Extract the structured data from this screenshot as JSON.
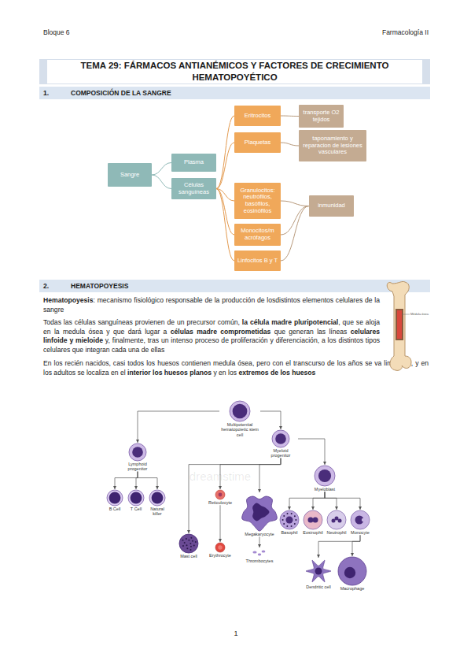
{
  "diagram": {
    "title": "TEMA 29: FÁRMACOS ANTIANÉMICOS Y FACTORES DE CRECIMIENTO HEMATOPOYÉTICO",
    "nodes": [
      {
        "text": [
          "1.",
          "COMPOSICIÓN DE LA SANGRE"
        ]
      },
      {
        "text": [
          "Sangre"
        ]
      },
      {
        "text": [
          "Plasma"
        ]
      },
      {
        "text": [
          "Células sanguíneas"
        ]
      },
      {
        "text": [
          "Eritrocitos"
        ]
      },
      {
        "text": [
          "transporte O2 tejidos"
        ]
      },
      {
        "text": [
          "Plaquetas"
        ]
      },
      {
        "text": [
          "taponamiento y reparacion de lesiones vasculares"
        ]
      },
      {
        "text": [
          "Granulocitos: neutrófilos, basófilos, eosinófilos"
        ]
      },
      {
        "text": [
          "inmunidad"
        ]
      },
      {
        "text": [
          "Monocitos/m acrófagos"
        ]
      },
      {
        "text": [
          "Linfocitos B y T"
        ]
      },
      {
        "text": [
          "2.",
          "HEMATOPOYESIS"
        ]
      },
      {
        "text": [
          "Multipotential hematopoietic stem cell"
        ]
      },
      {
        "text": [
          "Lymphoid progenitor"
        ]
      },
      {
        "text": [
          "Myeloid progenitor"
        ]
      },
      {
        "text": [
          "B Cell"
        ]
      },
      {
        "text": [
          "T Cell"
        ]
      },
      {
        "text": [
          "Natural killer"
        ]
      },
      {
        "text": [
          "Myeloblast"
        ]
      },
      {
        "text": [
          "Mast cell"
        ]
      },
      {
        "text": [
          "Reticulocyte"
        ]
      },
      {
        "text": [
          "Megakaryocyte"
        ]
      },
      {
        "text": [
          "Erythrocyte"
        ]
      },
      {
        "text": [
          "Thrombocytes"
        ]
      },
      {
        "text": [
          "Basophil"
        ]
      },
      {
        "text": [
          "Eosinophil"
        ]
      },
      {
        "text": [
          "Neutrophil"
        ]
      },
      {
        "text": [
          "Monocyte"
        ]
      },
      {
        "text": [
          "Dendritic cell"
        ]
      },
      {
        "text": [
          "Macrophage"
        ]
      }
    ],
    "edges": [
      {
        "from": 1,
        "to": 2,
        "arrow": "none"
      },
      {
        "from": 1,
        "to": 3,
        "arrow": "none"
      },
      {
        "from": 3,
        "to": 4,
        "arrow": "none"
      },
      {
        "from": 3,
        "to": 6,
        "arrow": "none"
      },
      {
        "from": 3,
        "to": 8,
        "arrow": "none"
      },
      {
        "from": 3,
        "to": 10,
        "arrow": "none"
      },
      {
        "from": 3,
        "to": 11,
        "arrow": "none"
      },
      {
        "from": 4,
        "to": 5,
        "arrow": "none"
      },
      {
        "from": 6,
        "to": 7,
        "arrow": "none"
      },
      {
        "from": 8,
        "to": 9,
        "arrow": "none"
      },
      {
        "from": 10,
        "to": 9,
        "arrow": "none"
      },
      {
        "from": 11,
        "to": 9,
        "arrow": "none"
      },
      {
        "from": 13,
        "to": 14,
        "arrow": "to"
      },
      {
        "from": 13,
        "to": 15,
        "arrow": "to"
      },
      {
        "from": 14,
        "to": 16,
        "arrow": "to"
      },
      {
        "from": 14,
        "to": 17,
        "arrow": "to"
      },
      {
        "from": 14,
        "to": 18,
        "arrow": "to"
      },
      {
        "from": 15,
        "to": 20,
        "arrow": "to"
      },
      {
        "from": 15,
        "to": 21,
        "arrow": "to"
      },
      {
        "from": 15,
        "to": 22,
        "arrow": "to"
      },
      {
        "from": 15,
        "to": 19,
        "arrow": "to"
      },
      {
        "from": 21,
        "to": 23,
        "arrow": "to"
      },
      {
        "from": 22,
        "to": 24,
        "arrow": "to"
      },
      {
        "from": 19,
        "to": 25,
        "arrow": "to"
      },
      {
        "from": 19,
        "to": 26,
        "arrow": "to"
      },
      {
        "from": 19,
        "to": 27,
        "arrow": "to"
      },
      {
        "from": 19,
        "to": 28,
        "arrow": "to"
      },
      {
        "from": 28,
        "to": 29,
        "arrow": "to"
      },
      {
        "from": 28,
        "to": 30,
        "arrow": "to"
      }
    ],
    "labels": [
      "Bloque 6",
      "Farmacología II",
      "Hematopoyesis",
      ": mecanismo fisiológico responsable de la producción de losdistintos elementos celulares de la sangre",
      "Todas las células sanguíneas provienen de un precursor común,",
      "la célula madre pluripotencial",
      ", que se aloja en la medula ósea y que dará lugar a",
      "células madre comprometidas",
      "que generan las líneas",
      "celulares linfoide y mieloide",
      "y, finalmente, tras un intenso proceso de proliferación y diferenciación, a los distintos tipos celulares que integran cada una de ellas",
      "En los recién nacidos, casi todos los huesos contienen medula ósea, pero con el transcurso de los años se va limitando, y en los adultos se localiza en el",
      "interior los huesos planos",
      "y en los",
      "extremos de los huesos",
      "Médula ósea",
      "dreamstime",
      "1"
    ]
  }
}
